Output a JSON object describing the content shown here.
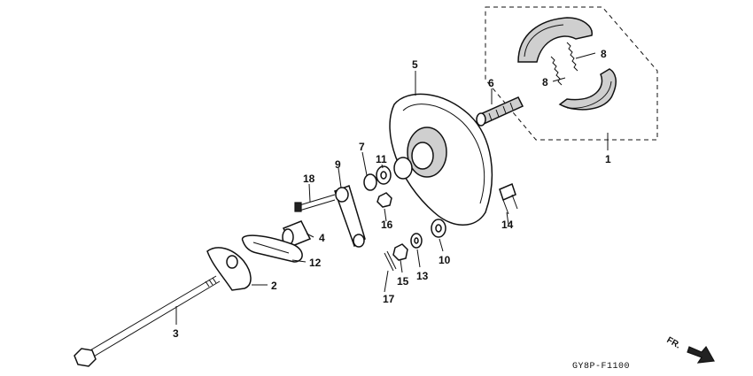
{
  "diagram": {
    "drawing_code": "GY8P-F1100",
    "direction_mark": "FR.",
    "callouts": {
      "c1": "1",
      "c2": "2",
      "c3": "3",
      "c4": "4",
      "c5": "5",
      "c6": "6",
      "c7": "7",
      "c8a": "8",
      "c8b": "8",
      "c9": "9",
      "c10": "10",
      "c11": "11",
      "c12": "12",
      "c13": "13",
      "c14": "14",
      "c15": "15",
      "c16": "16",
      "c17": "17",
      "c18": "18"
    }
  }
}
